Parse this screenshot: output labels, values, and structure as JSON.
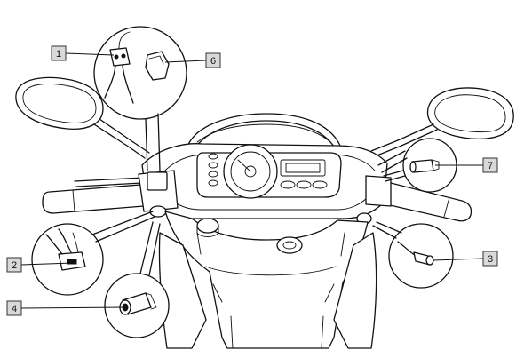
{
  "diagram": {
    "callouts": [
      {
        "id": "1",
        "number": "1"
      },
      {
        "id": "2",
        "number": "2"
      },
      {
        "id": "3",
        "number": "3"
      },
      {
        "id": "4",
        "number": "4"
      },
      {
        "id": "6",
        "number": "6"
      },
      {
        "id": "7",
        "number": "7"
      }
    ]
  }
}
